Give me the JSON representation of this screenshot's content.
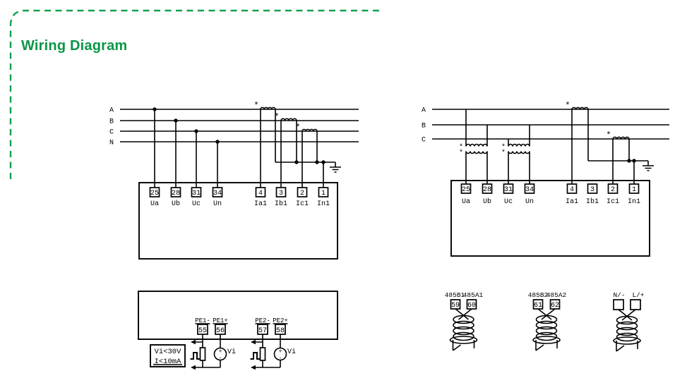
{
  "title": "Wiring Diagram",
  "theme": {
    "accent_green": "#0a9646",
    "border_green": "#12a050",
    "line_color": "#000000"
  },
  "symbols": {
    "polarity_mark": "*",
    "plus": "+",
    "minus": "-"
  },
  "left_diagram": {
    "phases": [
      "A",
      "B",
      "C",
      "N"
    ],
    "voltage_terminals": [
      {
        "num": "25",
        "label": "Ua"
      },
      {
        "num": "28",
        "label": "Ub"
      },
      {
        "num": "31",
        "label": "Uc"
      },
      {
        "num": "34",
        "label": "Un"
      }
    ],
    "current_terminals": [
      {
        "num": "4",
        "label": "Ia1"
      },
      {
        "num": "3",
        "label": "Ib1"
      },
      {
        "num": "2",
        "label": "Ic1"
      },
      {
        "num": "1",
        "label": "In1"
      }
    ]
  },
  "right_diagram": {
    "phases": [
      "A",
      "B",
      "C"
    ],
    "voltage_terminals": [
      {
        "num": "25",
        "label": "Ua"
      },
      {
        "num": "28",
        "label": "Ub"
      },
      {
        "num": "31",
        "label": "Uc"
      },
      {
        "num": "34",
        "label": "Un"
      }
    ],
    "current_terminals": [
      {
        "num": "4",
        "label": "Ia1"
      },
      {
        "num": "3",
        "label": "Ib1"
      },
      {
        "num": "2",
        "label": "Ic1"
      },
      {
        "num": "1",
        "label": "In1"
      }
    ]
  },
  "pulse_section": {
    "limit_note": {
      "line1": "Vi<30V",
      "line2": "I<10mA"
    },
    "channels": [
      {
        "neg_label": "PE1-",
        "neg_num": "55",
        "pos_label": "PE1+",
        "pos_num": "56",
        "source_label": "Vi"
      },
      {
        "neg_label": "PE2-",
        "neg_num": "57",
        "pos_label": "PE2+",
        "pos_num": "58",
        "source_label": "Vi"
      }
    ]
  },
  "comm_section": {
    "pairs": [
      {
        "left_label": "485B1",
        "right_label": "485A1",
        "left_num": "59",
        "right_num": "60"
      },
      {
        "left_label": "485B2",
        "right_label": "485A2",
        "left_num": "61",
        "right_num": "62"
      },
      {
        "left_label": "N/-",
        "right_label": "L/+",
        "left_num": "",
        "right_num": ""
      }
    ]
  }
}
